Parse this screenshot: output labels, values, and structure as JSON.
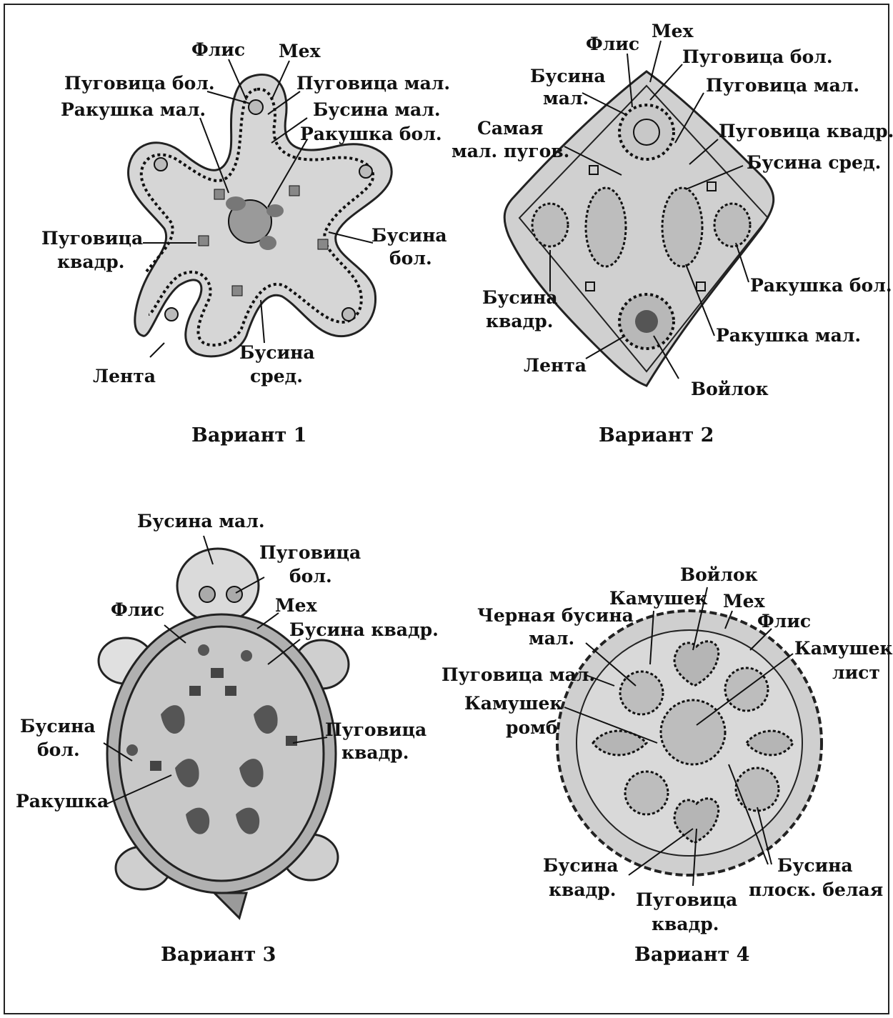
{
  "variants": [
    {
      "caption": "Вариант 1",
      "labels": [
        "Флис",
        "Мех",
        "Пуговица бол.",
        "Пуговица мал.",
        "Ракушка мал.",
        "Бусина мал.",
        "Ракушка бол.",
        "Пуговица",
        "квадр.",
        "Бусина",
        "бол.",
        "Бусина",
        "сред.",
        "Лента"
      ]
    },
    {
      "caption": "Вариант 2",
      "labels": [
        "Мех",
        "Флис",
        "Пуговица бол.",
        "Бусина",
        "мал.",
        "Пуговица мал.",
        "Самая",
        "мал. пугов.",
        "Пуговица квадр.",
        "Бусина сред.",
        "Бусина",
        "квадр.",
        "Ракушка бол.",
        "Ракушка мал.",
        "Лента",
        "Войлок"
      ]
    },
    {
      "caption": "Вариант 3",
      "labels": [
        "Бусина мал.",
        "Пуговица",
        "бол.",
        "Флис",
        "Мех",
        "Бусина квадр.",
        "Бусина",
        "бол.",
        "Пуговица",
        "квадр.",
        "Ракушка"
      ]
    },
    {
      "caption": "Вариант 4",
      "labels": [
        "Войлок",
        "Камушек",
        "Мех",
        "Черная бусина",
        "мал.",
        "Флис",
        "Камушек",
        "лист",
        "Пуговица мал.",
        "Камушек",
        "ромб",
        "Бусина",
        "квадр.",
        "Пуговица",
        "квадр.",
        "Бусина",
        "плоск. белая"
      ]
    }
  ],
  "colors": {
    "fill_light": "#d2d2d2",
    "fill_mid": "#a8a8a8",
    "ink": "#111111"
  }
}
